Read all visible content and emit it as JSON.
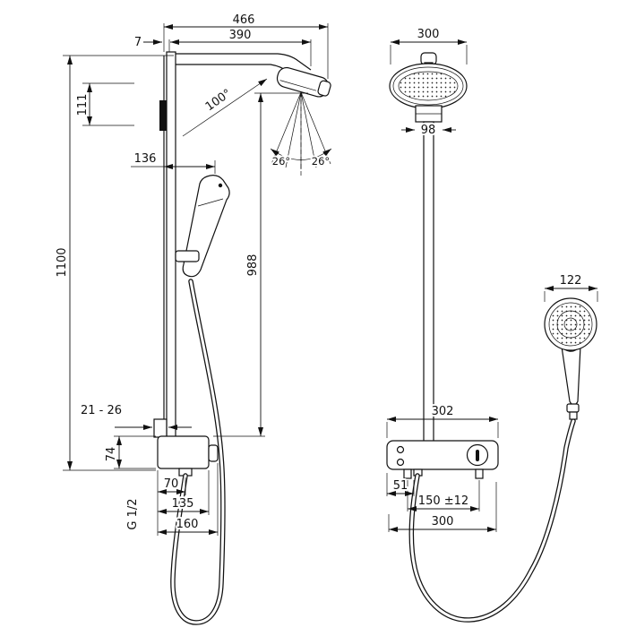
{
  "style": {
    "background": "#ffffff",
    "line_color": "#111111"
  },
  "views": {
    "side": {
      "name": "side view",
      "dims": {
        "total_projection": "466",
        "wall_offset": "7",
        "arm_projection": "390",
        "head_angle": "100°",
        "upper_section": "111",
        "handshower_offset": "136",
        "spray_angle_left": "26°",
        "spray_angle_right": "26°",
        "total_height": "1100",
        "head_to_valve_height": "988",
        "wall_clearance": "21 - 26",
        "valve_height": "74",
        "outlet_offset": "70",
        "thread": "G 1/2",
        "valve_depth": "135",
        "total_depth": "160"
      }
    },
    "front": {
      "name": "front view",
      "dims": {
        "head_width": "300",
        "connector_width": "98",
        "handshower_diameter": "122",
        "shelf_width": "302",
        "outlet_offset": "51",
        "supply_spacing": "150 ±12",
        "supply_width": "300"
      }
    }
  }
}
